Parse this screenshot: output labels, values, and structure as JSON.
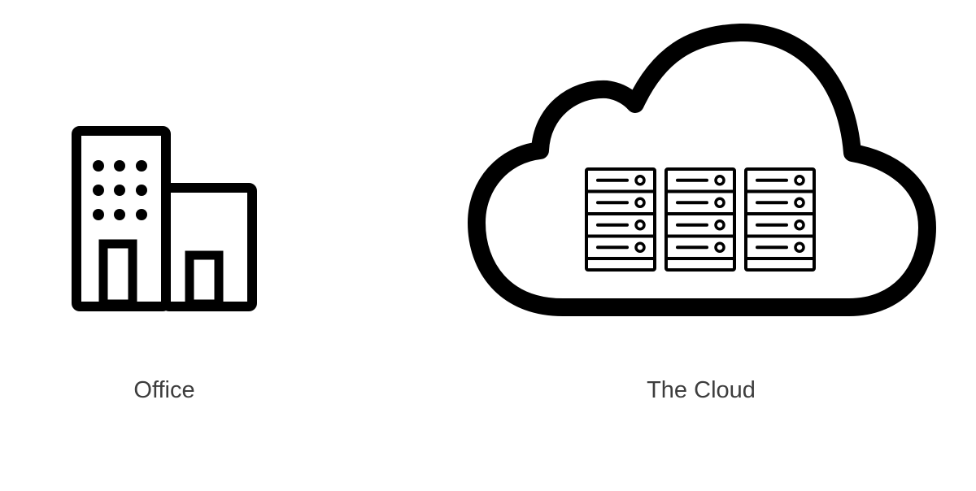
{
  "nodes": [
    {
      "id": "office",
      "label": "Office",
      "icon": "office-building-icon"
    },
    {
      "id": "cloud",
      "label": "The Cloud",
      "icon": "cloud-server-icon"
    }
  ],
  "colors": {
    "stroke": "#000000",
    "caption": "#3d3d3d",
    "background": "#ffffff"
  }
}
